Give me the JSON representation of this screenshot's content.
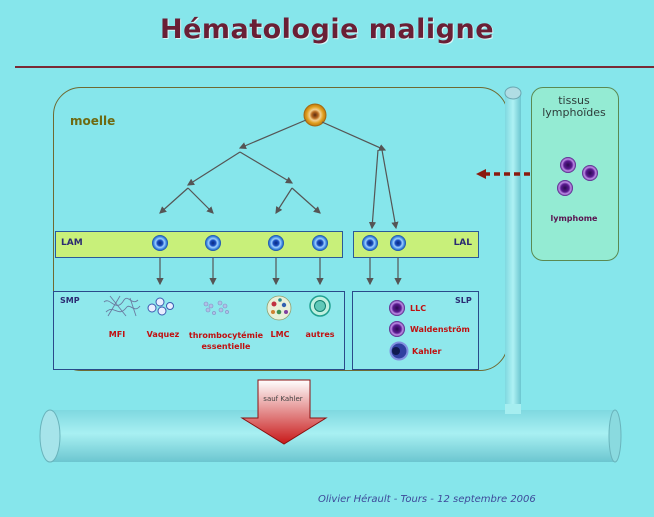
{
  "title": "Hématologie maligne",
  "moelle": {
    "label": "moelle"
  },
  "tissus": {
    "label": "tissus lymphoïdes",
    "lymphome": "lymphome"
  },
  "bands": {
    "lam": "LAM",
    "lal": "LAL"
  },
  "smp": {
    "label": "SMP",
    "items": [
      "MFI",
      "Vaquez",
      "thrombocytémie essentielle",
      "LMC",
      "autres"
    ]
  },
  "slp": {
    "label": "SLP",
    "items": [
      "LLC",
      "Waldenström",
      "Kahler"
    ]
  },
  "arrow_label": "sauf Kahler",
  "footer": "Olivier Hérault - Tours - 12 septembre 2006",
  "colors": {
    "background": "#86e6eb",
    "title": "#6a1f35",
    "band": "#c8f07a",
    "red_text": "#c01010",
    "cell_blue": "#2a6fd0",
    "cell_purple": "#5a1a90",
    "arrow_red": "#c81818"
  }
}
